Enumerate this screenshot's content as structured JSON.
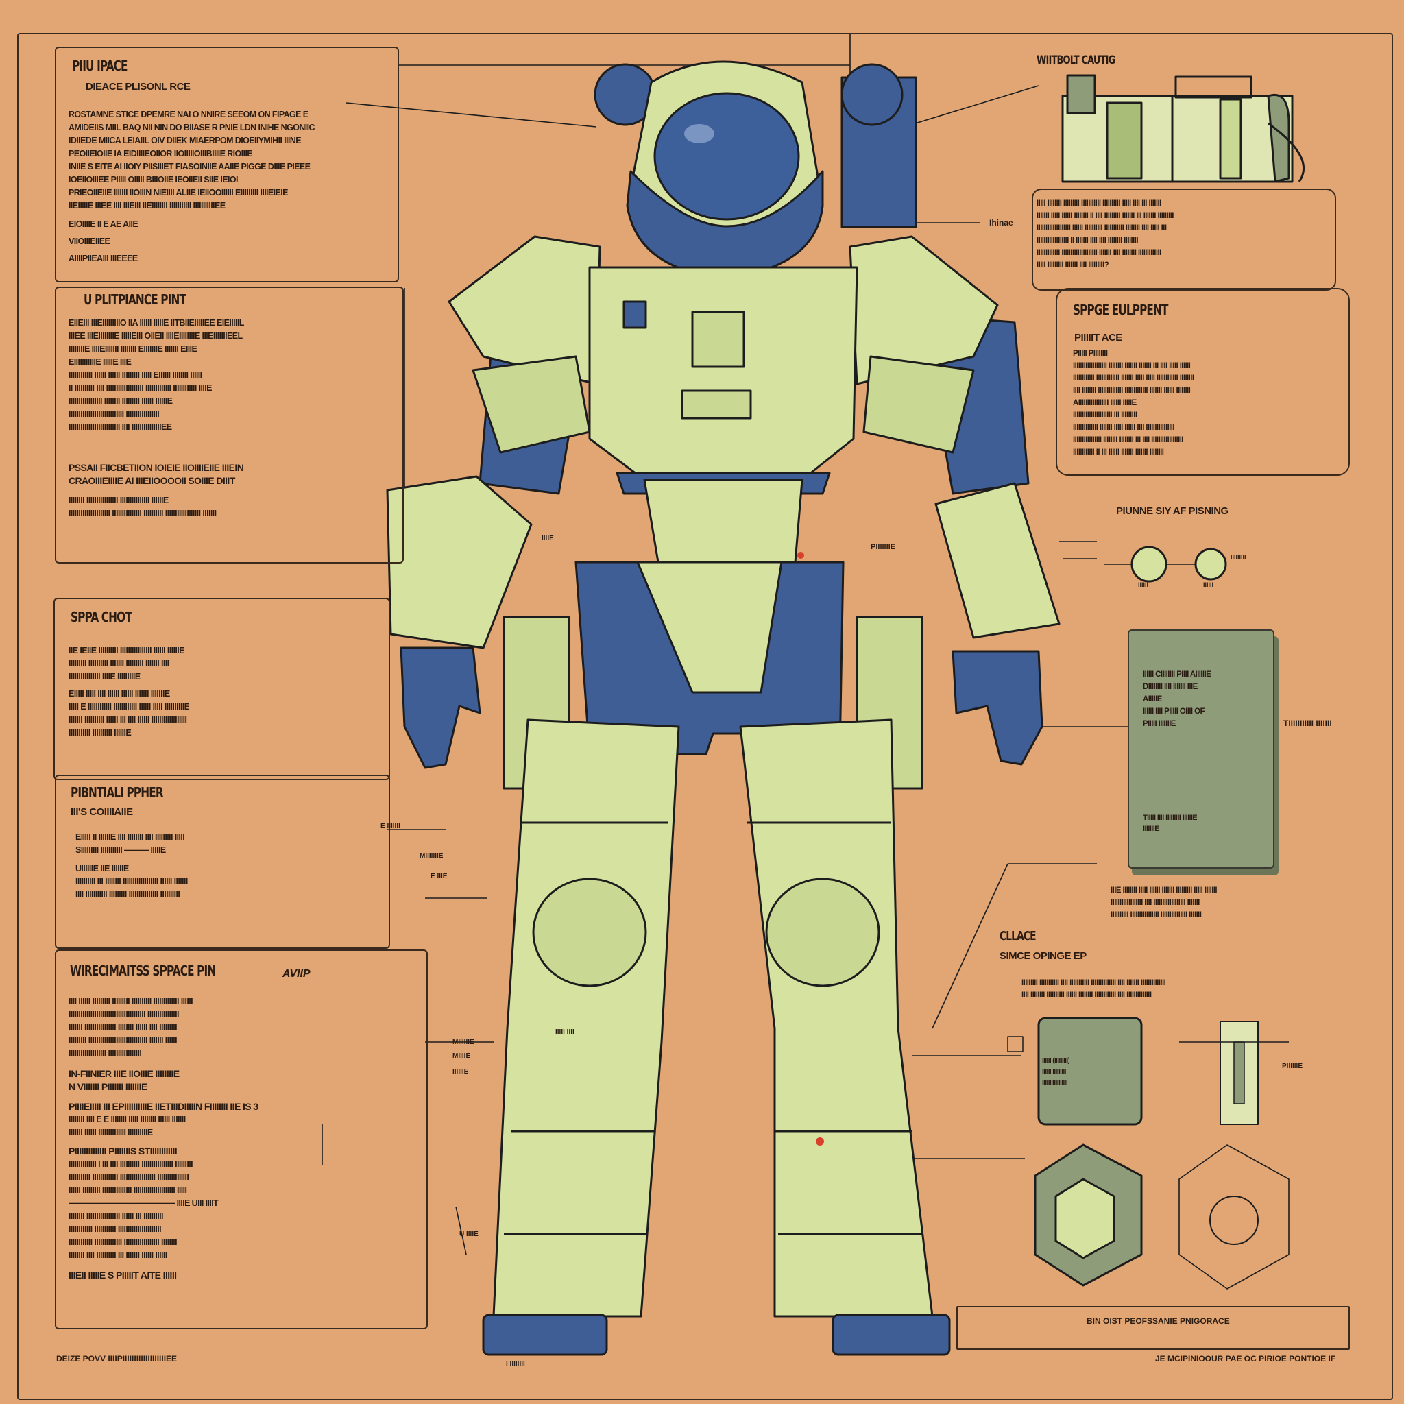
{
  "colors": {
    "background": "#e1a674",
    "suit": "#d6e3a0",
    "suit_shade": "#a9bd78",
    "blue": "#3f5e96",
    "ink": "#1d1d1d",
    "card": "#8f9c7a"
  },
  "left": {
    "p1": {
      "title": "PIIU IPACE",
      "sub": "DIEACE PLISONL RCE",
      "lines": [
        "ROSTAMNE STICE DPEMRE NAI O NNIRE SEEOM ON FIPAGE E",
        "AMIDEIIS MIIL BAQ NII NIN DO BIIASE R PNIE LDN INIHE NGONIIC",
        "IDIIEDE MIICA LEIAIIL OIV DIIEK MIAERPOM DIOEIIYMIHII IIINE",
        "PEOIIEIOIIE IA EIDIIIIEOIIOR IIOIIIIIOIIIBIIIIE RIOIIIE",
        "INIIE S EITE AI IIOIY PIISIIIET FIASOINIIE AAIIE PIGGE DIIIE PIEEE",
        "IOEIIOIIIEE PIIIII OIIIII BIIIOIIE IEOIIEII SIIE IEIOI",
        "PRIEOIIEIIE IIIIIII IIOIIIN NIEIIII ALIIE IEIIOOIIIIII EIIIIIIIII IIIIEIEIE",
        "IIEIIIIIE IIIEE IIII IIIEIII IIEIIIIIIII IIIIIIIIIII IIIIIIIIIIIEE",
        "EIOIIIIE II E AE AIIE",
        "VIIOIIIEIIEE",
        "AIIIIPIIEAIII IIIEEEE"
      ]
    },
    "p2": {
      "title": "U PLITPIANCE PINT",
      "lines": [
        "EIIEIII IIIEIIIIIIIIIO IIA IIIIII IIIIIE IITBIIEIIIIIEE EIEIIIIIL",
        "IIIEE IIIEIIIIIIIIE IIIIIEIII OIIEII IIIIEIIIIIIIIE IIIEIIIIIIIEEL",
        "IIIIIIIIE IIIIEIIIIIII IIIIIIII EIIIIIIIE IIIIIII EIIIE",
        "EIIIIIIIIIIIE IIIIIE IIIE",
        "IIIIIIIIIIII IIIIII IIIIII IIIIIIIII IIIII EIIIIII IIIIIIII IIIIII",
        "II IIIIIIIIII IIII IIIIIIIIIIIIIIIIIII IIIIIIIIIIIII IIIIIIIIIIII IIIIE",
        "IIIIIIIIIIIIIIIII IIIIIIII IIIIIIIII IIIIII IIIIIIE",
        "IIIIIIIIIIIIIIIIIIIIIIIIIIII IIIIIIIIIIIIIIIII",
        "IIIIIIIIIIIIIIIIIIIIIIIIII IIII IIIIIIIIIIIIIIIEE"
      ],
      "sub1": "PSSAII FIICBETIION IOIEIE IIOIIIIEIIE IIIEIN",
      "sub2": "CRAOIIIEIIIIE AI IIIEIIOOOOII SOIIIE DIIIT",
      "tail": [
        "IIIIIIII IIIIIIIIIIIIIIII IIIIIIIIIIIIIII IIIIIIE",
        "IIIIIIIIIIIIIIIIIIIII IIIIIIIIIIIIIII IIIIIIIIII IIIIIIIIIIIIIIIIII IIIIIII"
      ]
    },
    "p3": {
      "title": "SPPA CHOT",
      "lines": [
        "IIE IEIIE IIIIIIIIII IIIIIIIIIIIIIIII IIIIII IIIIIIE",
        "IIIIIIIII IIIIIIIIII IIIIIII IIIIIIIII IIIIIII IIII",
        "IIIIIIIIIIIIIIII IIIIE IIIIIIIIIE",
        "EIIIII IIIII IIII IIIIII IIIIII IIIIIII IIIIIIIE",
        "IIIII E IIIIIIIIIIII IIIIIIIIIIII IIIIII IIIII IIIIIIIIIIE",
        "IIIIIII IIIIIIIIII IIIIII III IIII IIIIII IIIIIIIIIIIIIIIIII",
        "IIIIIIIIIII IIIIIIIIII IIIIIIE"
      ]
    },
    "p4": {
      "title": "PIBNTIALI PPHER",
      "sub": "III'S COIIIIAIIE",
      "lines": [
        "EIIIII II IIIIIIE IIII IIIIIIII IIII IIIIIIIII IIIII",
        "SIIIIIIIII IIIIIIIIIII ——— IIIIIE",
        "UIIIIIIE IIE IIIIIIE",
        "IIIIIIIIII III IIIIIIII IIIIIIIIIIIIIIIIII IIIIII IIIIIII",
        "IIII IIIIIIIIIII IIIIIIIII IIIIIIIIIIIIIII IIIIIIIIII"
      ]
    },
    "p5": {
      "title": "WIRECIMAITSS SPPACE PIN",
      "tag": "AVIIP",
      "lines": [
        "IIII IIIIII IIIIIIIII IIIIIIIII IIIIIIIIII IIIIIIIIIIIII IIIIII",
        "IIIIIIIIIIIIIIIIIIIIIIIIIIIIIIIIIIIIIII IIIIIIIIIIIIIIII",
        "IIIIIII IIIIIIIIIIIIIIII IIIIIIII IIIIII IIII IIIIIIIII",
        "IIIIIIIII IIIIIIIIIIIIIIIIIIIIIIIIIIIIII IIIIIII IIIIII",
        "IIIIIIIIIIIIIIIIIII IIIIIIIIIIIIIIIII"
      ],
      "s1": "IN-FIINIER IIIE IIOIIIE IIIIIIIIE",
      "s2": "N VIIIIIII PIIIIIII IIIIIIIE",
      "s3": "PIIIIEIIIII III EPIIIIIIIIIIE IIETIIIDIIIIIN FIIIIIIII IIE IS 3",
      "lines2": [
        "IIIIIIII IIII E E IIIIIIII IIIII IIIIIIII IIIIII IIIIIII",
        "IIIIIII IIIIII IIIIIIIIIIIIII IIIIIIIIIIE"
      ],
      "s4": "PIIIIIIIIIIIIII PIIIIIIIS STIIIIIIIIIIII",
      "lines3": [
        "IIIIIIIIIIIIII I III IIII IIIIIIIIII IIIIIIIIIIIIIIII IIIIIIIII",
        "IIIIIIIIIII IIIIIIIIIIIII IIIIIIIIIIIIIIIIII IIIIIIIIIIIIIIII",
        "IIIIII IIIIIIIII IIIIIIIIIIIIIII IIIIIIIIIIIIIIIIIIIII IIIII",
        "————————————— IIIIE                 UIII IIIIT",
        "IIIIIIII IIIIIIIIIIIIIIIII IIIIII III IIIIIIIIII",
        "IIIIIIIIIIII IIIIIIIIIII IIIIIIIIIIIIIIIIIIIIII",
        "IIIIIIIIIIII IIIIIIIIIIIIII IIIIIIIIIIIIIIIIII IIIIIIII",
        "IIIIIIII IIII IIIIIIIIII III IIIIIII IIIIII IIIIII"
      ],
      "s5": "IIIEII IIIIIE S PIIIIIT AITE IIIIII"
    },
    "footer": "DEIZE POVV IIIIPIIIIIIIIIIIIIIIIIIIEE"
  },
  "right": {
    "device_title": "WIITBOLT CAUTIG",
    "device_text": [
      "IIIII IIIIIIII IIIIIIIII IIIIIIIIIII IIIIIIIIII IIIII IIII III IIIIIII",
      "IIIIIII IIIII IIIIII IIIIIIII II IIII IIIIIIIII IIIIIII III IIIIIII IIIIIIIII",
      "IIIIIIIIIIIIIIIIIII IIIIII IIIIIIIIII IIIIIIIIIII IIIIIIII IIII IIIII III",
      "IIIIIIIIIIIIIIIIII II IIIIIII IIII IIII IIIIIIII IIIIIIII",
      "IIIIIIIIIIIII IIIIIIIIIIIIIIIIIIII IIIIIII IIII IIIIIIII IIIIIIIIIIIII",
      "IIIII IIIIIIIII IIIIIII IIII IIIIIIIII?"
    ],
    "side_label": "Ihinae",
    "p1": {
      "title": "SPPGE EULPPENT",
      "sub": "PIIIIIT ACE",
      "lines": [
        "PIIIII PIIIIIIII",
        "IIIIIIIIIIIIIIIIIII IIIIIIII IIIIIII IIIIIII III IIII IIIII IIIIII",
        "IIIIIIIIIIII IIIIIIIIIIIII IIIIIII IIIII IIIII IIIIIIIIIIII IIIIIIII",
        "IIII IIIIIIII IIIIIIIIIIIIII IIIIIIIIIIIII IIIIIII IIIIII IIIIIIII",
        "AIIIIIIIIIIIIIIIII IIIIII IIIIIE",
        "IIIIIIIIIIIIIIIIIIIIII III IIIIIIIII",
        "IIIIIIIIIIIIII IIIIIII IIIII IIIIII IIII IIIIIIIIIIIIIIII",
        "IIIIIIIIIIIIIIII IIIIIIII IIIIIIII III IIII IIIIIIIIIIIIIIIIII",
        "IIIIIIIIIIII II III IIIIII IIIIIII IIIIIII IIIIIIII"
      ]
    },
    "p2": {
      "title": "PIUNNE SIY AF PISNING",
      "labels": [
        "IIIIII",
        "IIIIII",
        "IIIIIIIII"
      ]
    },
    "card": {
      "lines": [
        "IIIIII CIIIIIIII PIIII AIIIIIIE",
        "DIIIIIIII IIII IIIIIII IIIE",
        "AIIIIIE",
        "IIIIII IIII PIIIII OIIII OF",
        "PIIIII IIIIIIIE"
      ],
      "footer": [
        "TIIIII IIII IIIIIIIII IIIIIIE",
        "IIIIIIIE"
      ],
      "side": "TIIIIIIIIIII IIIIIII"
    },
    "under_card": [
      "IIIE IIIIIIII IIIII IIIIII IIIIIII IIIIIIIII IIIII IIIIIII",
      "IIIIIIIIIIIIIIIIII IIII IIIIIIIIIIIIIIIIII IIIIIII",
      "IIIIIIIIII IIIIIIIIIIIIIIII IIIIIIIIIIIIIII IIIIIII"
    ],
    "p3": {
      "title": "CLLACE",
      "sub": "SIMCE OPINGE EP",
      "lines": [
        "IIIIIIIII IIIIIIIIIII IIII IIIIIIIIIII IIIIIIIIIIIIII IIII IIIIIII IIIIIIIIIIIIII",
        "IIII IIIIIIII IIIIIIIIII IIIIII IIIIIIII IIIIIIIIIIII IIII IIIIIIIIIIIIII"
      ],
      "hex_lines": [
        "IIIIII (IIIIIIIII)",
        "IIIIII IIIIIIIII",
        "IIIIIIIIIIIIIIIII"
      ],
      "side": "PIIIIIIE"
    },
    "bottom_box": "BIN OIST PEOFSSANIE PNIGORACE",
    "footer": "JE MCIPINIOOUR PAE OC PIRIOE PONTIOE IF"
  },
  "callouts": [
    "IIIIE",
    "PIIIIIIIE",
    "MIIIIIIIE",
    "E IIIE",
    "MIIIIIIE",
    "MIIIIE",
    "IIIIIIE",
    "U IIIIE",
    "E IIIIIII",
    "IIIII IIII",
    "I IIIIIIII"
  ]
}
